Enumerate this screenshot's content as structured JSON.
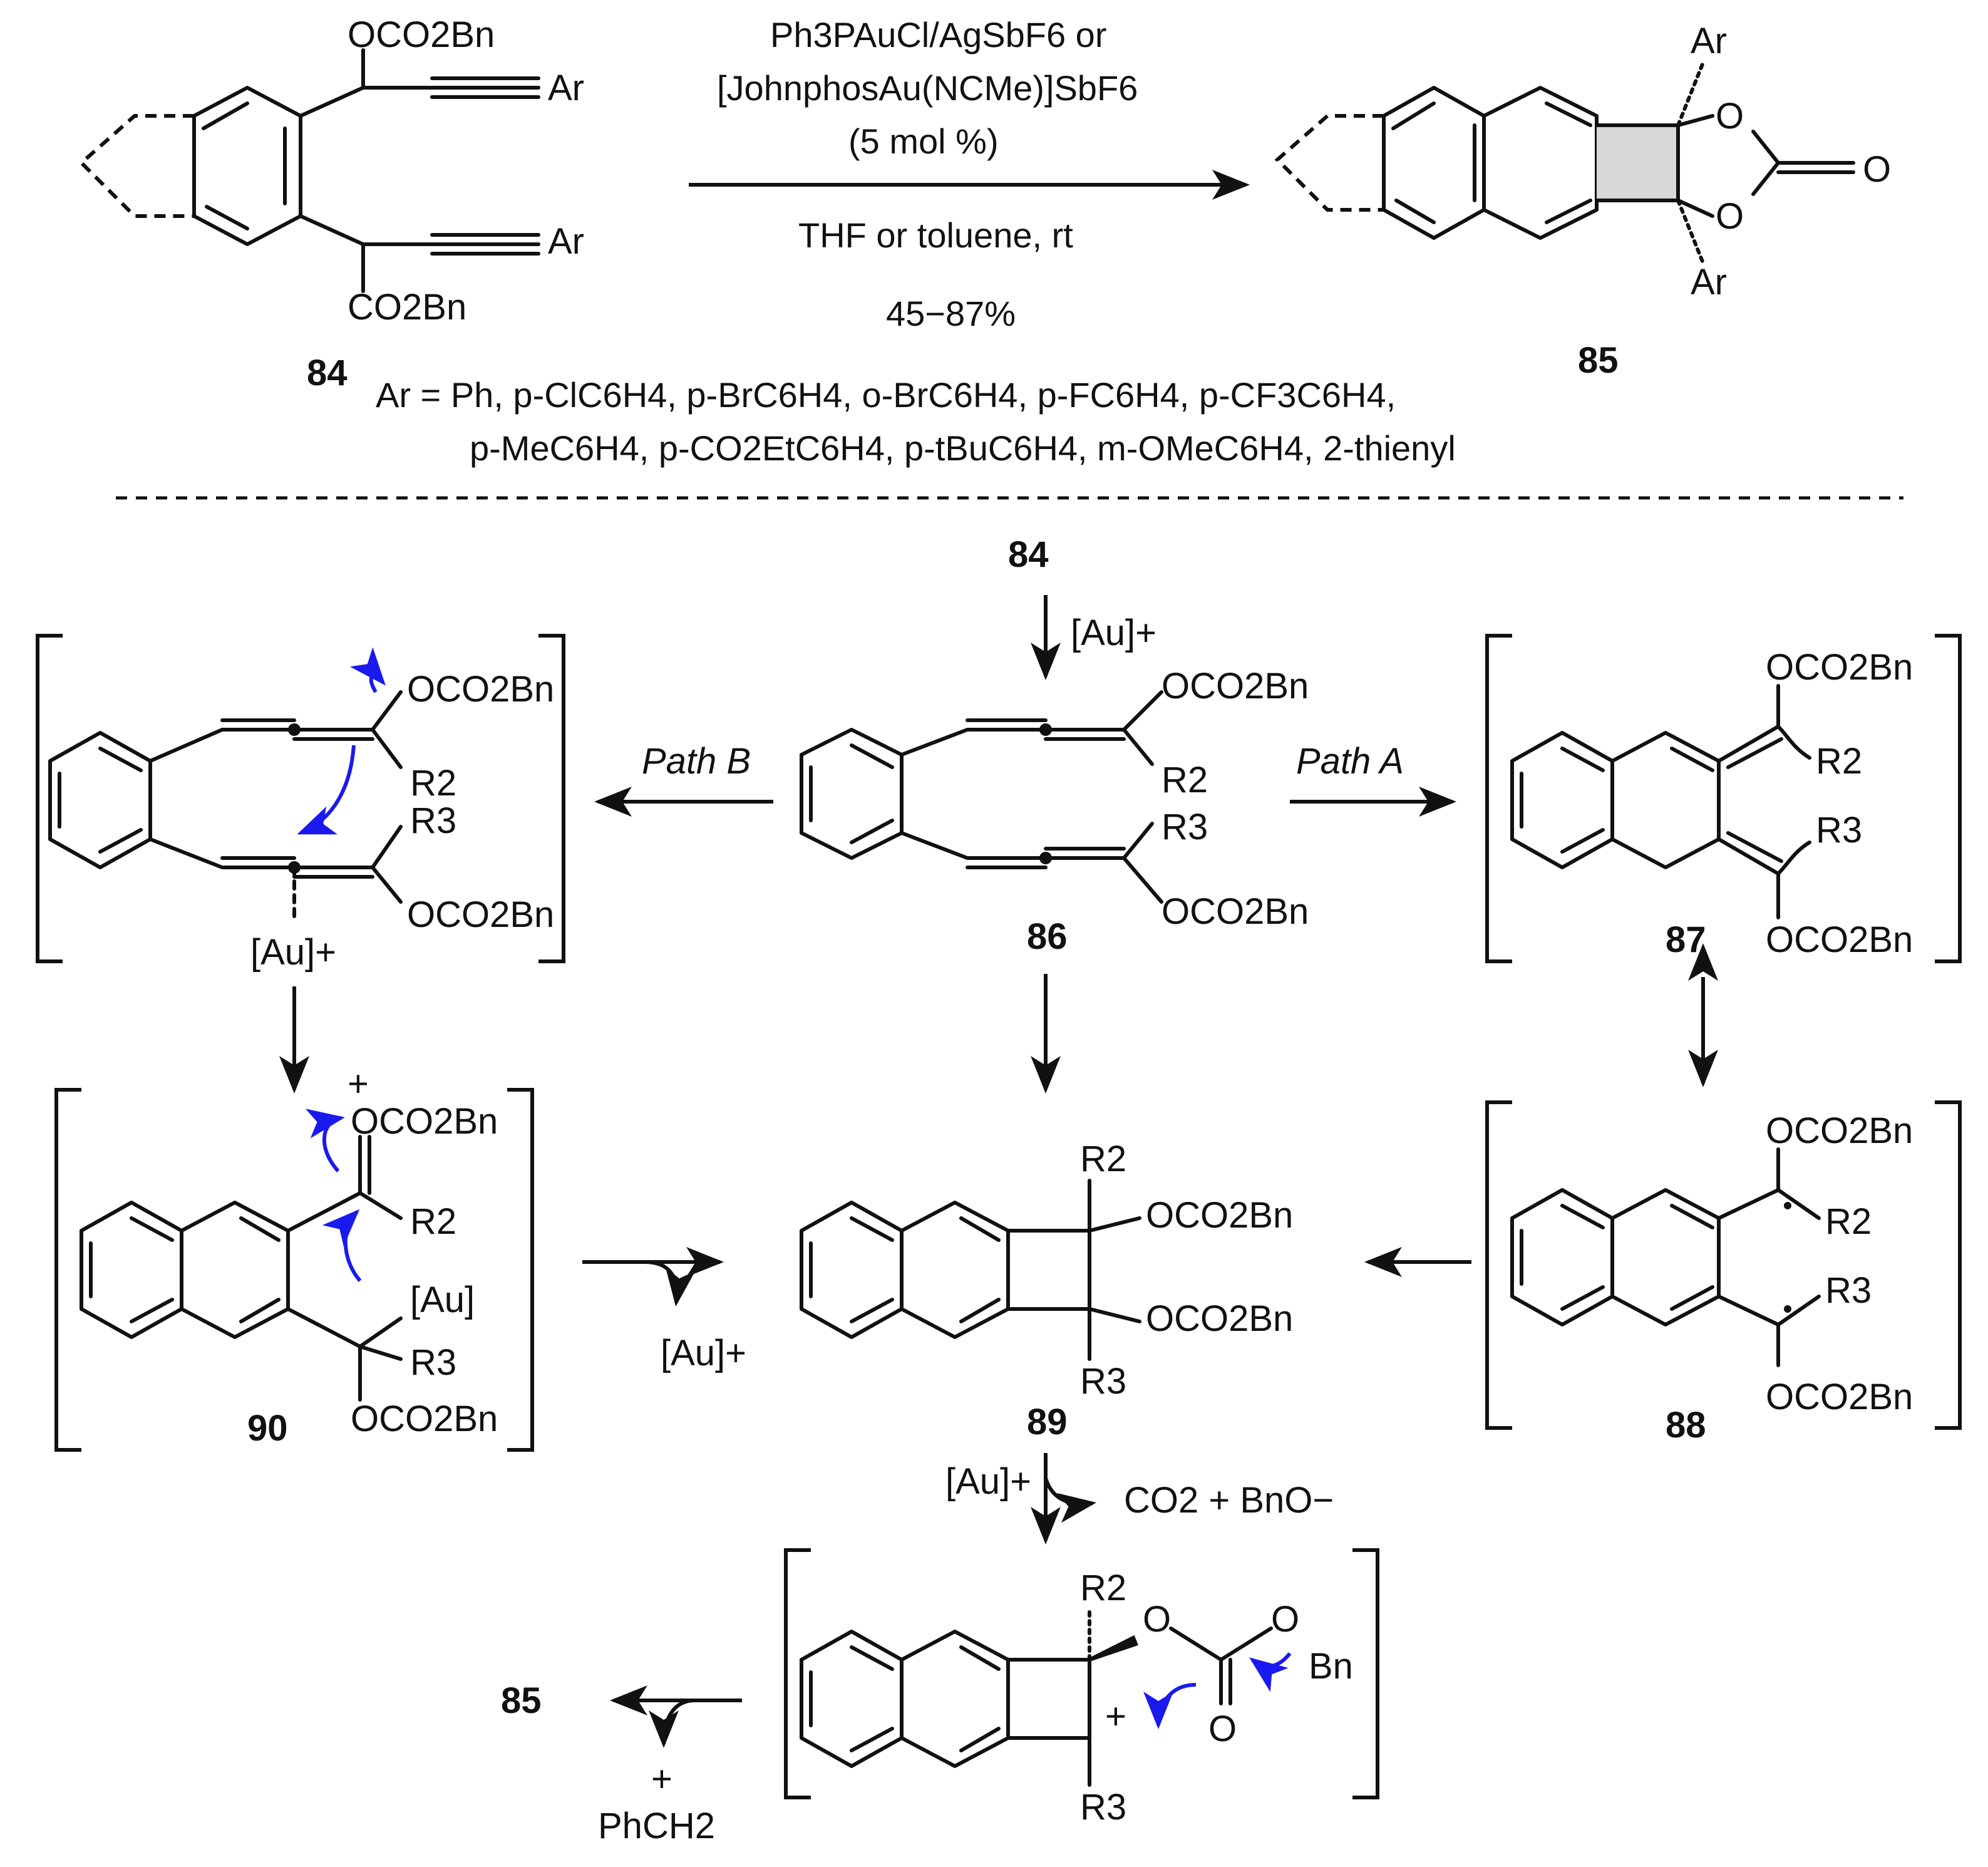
{
  "reaction": {
    "reagents_line1": "Ph3PAuCl/AgSbF6 or",
    "reagents_line2": "[JohnphosAu(NCMe)]SbF6",
    "reagents_line3": "(5 mol %)",
    "solvent": "THF or toluene, rt",
    "yield": "45−87%"
  },
  "substrate_scope": {
    "line1": "Ar = Ph, p-ClC6H4, p-BrC6H4, o-BrC6H4, p-FC6H4, p-CF3C6H4,",
    "line2": "p-MeC6H4, p-CO2EtC6H4, p-tBuC6H4, m-OMeC6H4, 2-thienyl"
  },
  "compounds": {
    "c84": "84",
    "c85": "85",
    "c86": "86",
    "c87": "87",
    "c88": "88",
    "c89": "89",
    "c90": "90"
  },
  "labels": {
    "path_a": "Path A",
    "path_b": "Path B",
    "au_cat": "[Au]+",
    "au": "[Au]",
    "oco2bn": "OCO2Bn",
    "co2bn": "CO2Bn",
    "ar": "Ar",
    "r2": "R2",
    "r3": "R3",
    "o": "O",
    "bn": "Bn",
    "co2_bno": "CO2 + BnO−",
    "phch2": "PhCH2"
  }
}
